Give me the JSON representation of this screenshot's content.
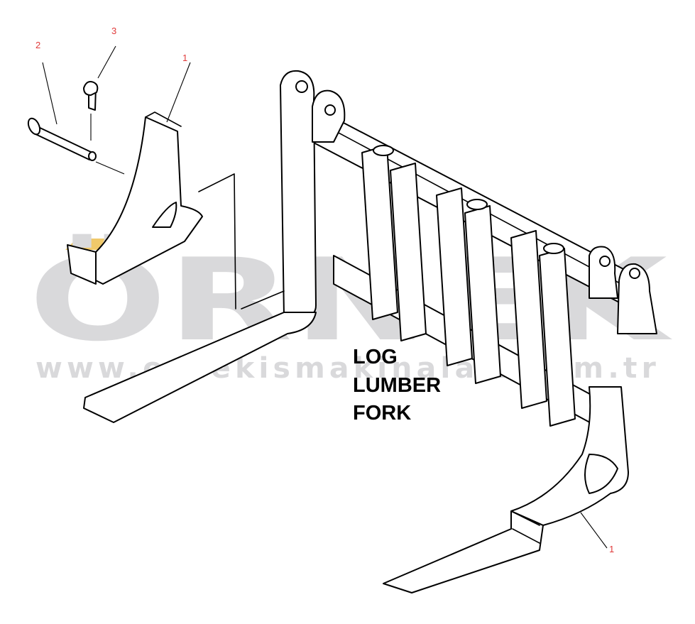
{
  "watermark": {
    "brand": "ÖRNEK",
    "url": "www.ornekismakinalari.com.tr",
    "color": "#d9d9db",
    "accent_color": "#f0c96a"
  },
  "callouts": {
    "color": "#e03a3a",
    "items": [
      {
        "id": "c1",
        "label": "1"
      },
      {
        "id": "c2",
        "label": "2"
      },
      {
        "id": "c3",
        "label": "3"
      },
      {
        "id": "c4",
        "label": "1"
      }
    ]
  },
  "title": {
    "lines": [
      "LOG",
      "LUMBER",
      "FORK"
    ]
  }
}
